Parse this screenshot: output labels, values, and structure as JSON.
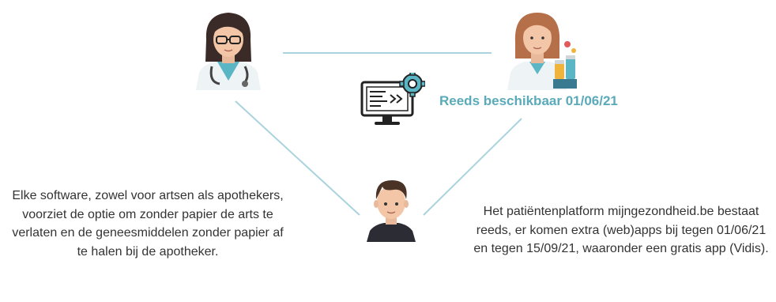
{
  "nodes": {
    "doctor": {
      "icon": "doctor-icon"
    },
    "pharmacist": {
      "icon": "pharmacist-icon"
    },
    "patient": {
      "icon": "patient-icon"
    },
    "software": {
      "icon": "computer-monitor-gear-icon"
    }
  },
  "highlight_label": "Reeds beschikbaar 01/06/21",
  "left_text": "Elke software, zowel voor artsen als apothekers, voorziet de optie om zonder papier de arts te verlaten en de geneesmiddelen zonder papier af te halen bij de apotheker.",
  "right_text": "Het patiëntenplatform mijngezondheid.be bestaat reeds, er komen extra (web)apps bij tegen 01/06/21 en tegen 15/09/21, waaronder een gratis app (Vidis).",
  "colors": {
    "accent": "#5aaab9",
    "line": "#a9d3dd",
    "text": "#333333"
  }
}
